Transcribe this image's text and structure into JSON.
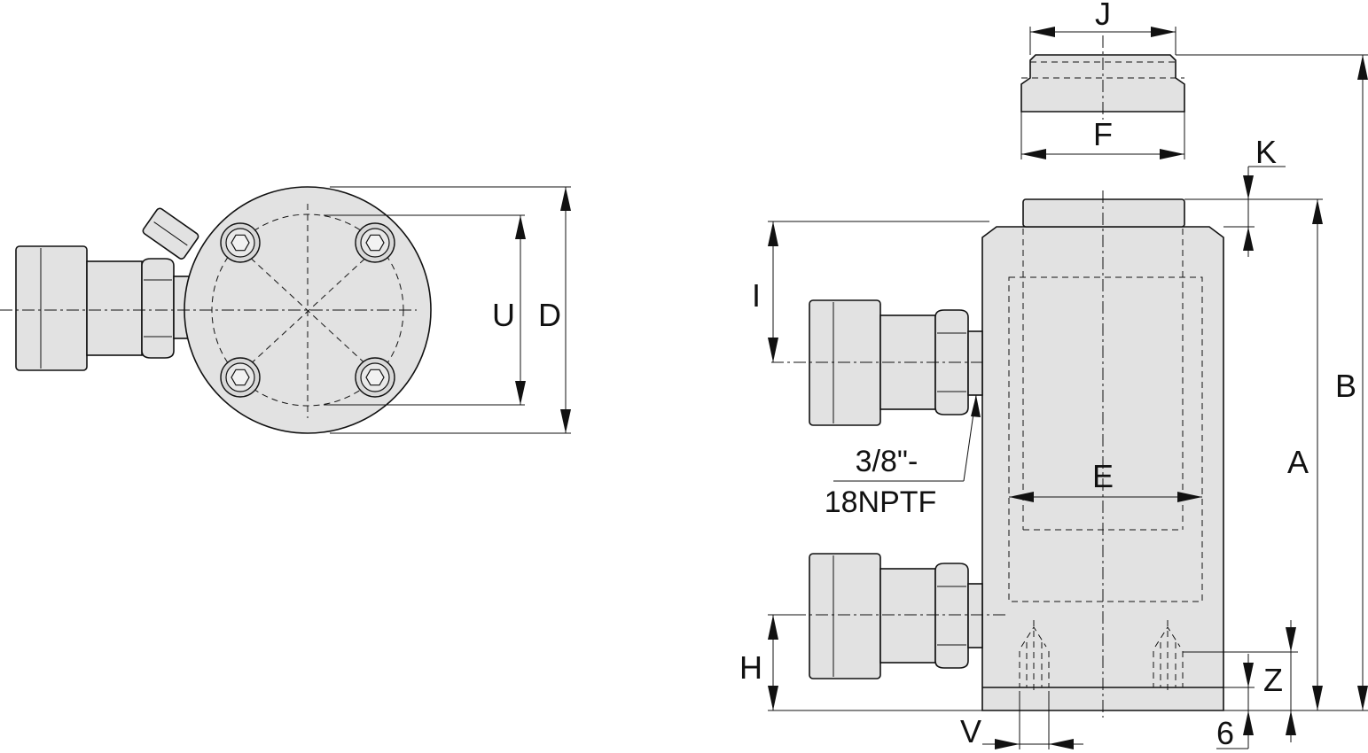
{
  "labels": {
    "U": "U",
    "D": "D",
    "J": "J",
    "F": "F",
    "K": "K",
    "I": "I",
    "B": "B",
    "A": "A",
    "E": "E",
    "H": "H",
    "Z": "Z",
    "V": "V",
    "six": "6"
  },
  "thread_note": {
    "line1": "3/8\"-",
    "line2": "18NPTF"
  }
}
